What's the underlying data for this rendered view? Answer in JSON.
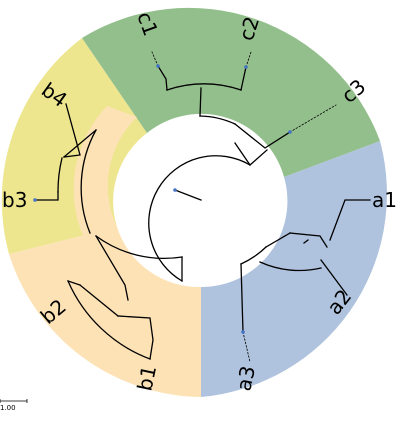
{
  "tree": {
    "colors": {
      "clade_a": "#afc3de",
      "clade_b": "#fde2b6",
      "clade_c": "#93bf8c",
      "subclade_b34": "#ede68f",
      "branch": "#000000",
      "node_dot": "#4472c4"
    },
    "labels": {
      "a1": "a1",
      "a2": "a2",
      "a3": "a3",
      "b1": "b1",
      "b2": "b2",
      "b3": "b3",
      "b4": "b4",
      "c1": "c1",
      "c2": "c2",
      "c3": "c3"
    },
    "scale_bar": {
      "label": "1.00"
    }
  }
}
